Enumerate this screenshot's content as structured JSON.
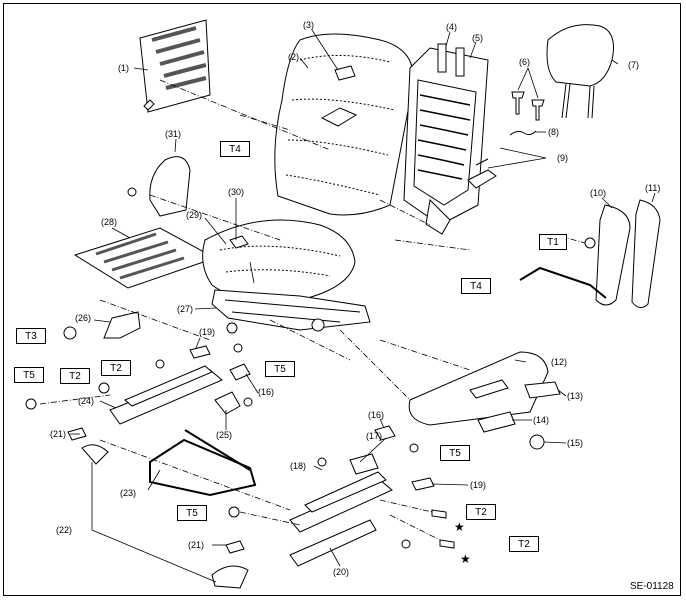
{
  "diagram_code": "SE-01128",
  "callouts": [
    "(1)",
    "(2)",
    "(3)",
    "(4)",
    "(5)",
    "(6)",
    "(7)",
    "(8)",
    "(9)",
    "(10)",
    "(11)",
    "(12)",
    "(13)",
    "(14)",
    "(15)",
    "(16)",
    "(16)",
    "(17)",
    "(18)",
    "(19)",
    "(19)",
    "(20)",
    "(21)",
    "(21)",
    "(22)",
    "(23)",
    "(24)",
    "(25)",
    "(26)",
    "(27)",
    "(28)",
    "(29)",
    "(30)",
    "(31)"
  ],
  "torque_marks": [
    "T4",
    "T4",
    "T1",
    "T3",
    "T2",
    "T5",
    "T5",
    "T2",
    "T5",
    "T5",
    "T2",
    "T2"
  ],
  "star_symbol": "★",
  "colors": {
    "line": "#000000",
    "background": "#ffffff"
  }
}
